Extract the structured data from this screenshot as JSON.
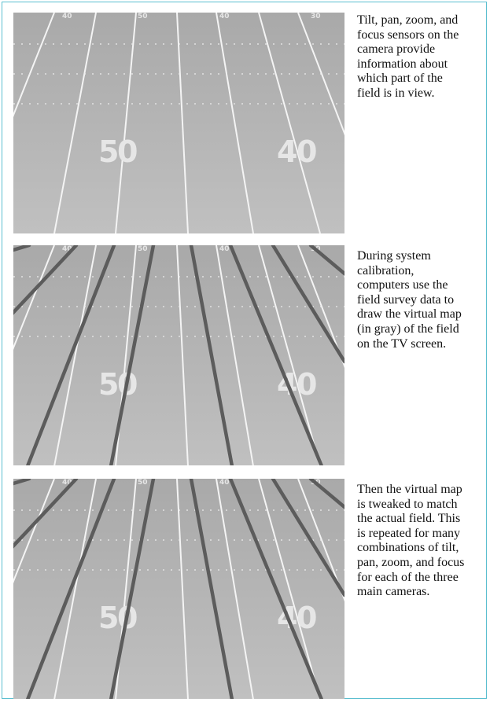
{
  "panels": [
    {
      "caption": "Tilt, pan, zoom, and\nfocus sensors on the\ncamera provide\ninformation about\nwhich part of the\nfield is in view.",
      "virtual_map": false
    },
    {
      "caption": "During system\ncalibration,\ncomputers use the\nfield survey data to\ndraw the virtual map\n(in gray) of the field\non the TV screen.",
      "virtual_map": true
    },
    {
      "caption": "Then the virtual map\nis tweaked to match\nthe actual field.  This\nis repeated for many\ncombinations of tilt,\npan, zoom, and focus\nfor each of the three\nmain cameras.",
      "virtual_map": true
    }
  ],
  "field": {
    "near_numbers": [
      "5",
      "0",
      "4",
      "0"
    ],
    "far_numbers": [
      "40",
      "50",
      "40",
      "30"
    ]
  },
  "colors": {
    "frame_border": "#5bbfd0",
    "turf": "#b7b7b7",
    "field_lines": "#f4f4f4",
    "virtual_map_lines": "#5c5c5c",
    "yard_numbers": "#e6e6e6"
  }
}
